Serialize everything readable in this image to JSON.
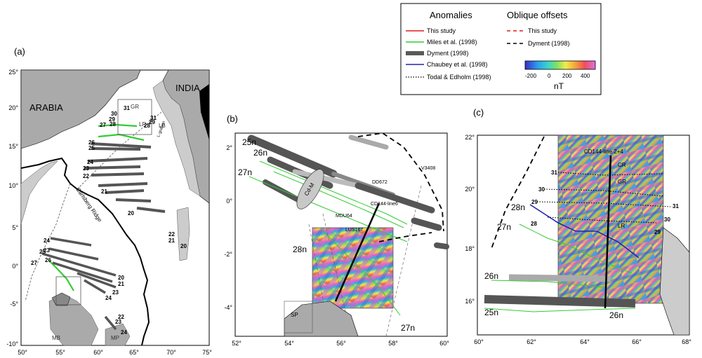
{
  "legend": {
    "anomalies_title": "Anomalies",
    "offsets_title": "Oblique offsets",
    "anomaly_items": [
      {
        "label": "This study",
        "color": "#e41a1c"
      },
      {
        "label": "Miles et al. (1998)",
        "color": "#33cc33"
      },
      {
        "label": "Dyment (1998)",
        "color": "#5a5a5a"
      },
      {
        "label": "Chaubey et al. (1998)",
        "color": "#2424b0"
      },
      {
        "label": "Todal & Edholm (1998)",
        "color": "#000000"
      }
    ],
    "offset_items": [
      {
        "label": "This study",
        "color": "#e41a1c"
      },
      {
        "label": "Dyment (1998)",
        "color": "#000000"
      }
    ],
    "colorbar": {
      "ticks": [
        "-200",
        "0",
        "200",
        "400"
      ],
      "unit": "nT"
    }
  },
  "panel_a": {
    "letter": "(a)",
    "region_labels": [
      "ARABIA",
      "INDIA"
    ],
    "feature_labels": {
      "ridge": "Carlsberg Ridge",
      "gr": "GR",
      "lr": "LR",
      "lb": "LB",
      "laxmi": "L-graben",
      "mb": "MB",
      "mp": "MP"
    },
    "lat_ticks": [
      "25°",
      "20°",
      "15°",
      "10°",
      "5°",
      "0°",
      "-5°",
      "-10°"
    ],
    "lon_ticks": [
      "50°",
      "55°",
      "60°",
      "65°",
      "70°",
      "75°"
    ],
    "anomaly_numbers": [
      "31",
      "30",
      "29",
      "28",
      "27",
      "26",
      "25",
      "24",
      "23",
      "22",
      "21",
      "20",
      "31",
      "29",
      "28",
      "22",
      "21",
      "20",
      "23",
      "24",
      "25",
      "27",
      "26",
      "20",
      "21",
      "23",
      "24",
      "22",
      "23",
      "24"
    ]
  },
  "panel_b": {
    "letter": "(b)",
    "anomaly_labels": [
      "25n",
      "26n",
      "27n",
      "28n",
      "27n"
    ],
    "line_labels": [
      "DD672",
      "V3408",
      "CD144-line6",
      "MDU64",
      "LUS167"
    ],
    "feature_labels": {
      "cdm": "Cd-M",
      "sp": "SP"
    },
    "lat_ticks": [
      "2°",
      "0°",
      "-2°",
      "-4°"
    ],
    "lon_ticks": [
      "52°",
      "54°",
      "56°",
      "58°",
      "60°"
    ]
  },
  "panel_c": {
    "letter": "(c)",
    "anomaly_labels": [
      "28n",
      "27n",
      "26n",
      "25n",
      "26n"
    ],
    "line_labels": [
      "CD144-line 2+4"
    ],
    "feature_labels": {
      "gr": "GR",
      "cr": "CR",
      "lr": "LR"
    },
    "anomaly_numbers": [
      "31",
      "30",
      "29",
      "28",
      "31",
      "30",
      "29"
    ],
    "lat_ticks": [
      "22°",
      "20°",
      "18°",
      "16°"
    ],
    "lon_ticks": [
      "60°",
      "62°",
      "64°",
      "66°",
      "68°"
    ]
  }
}
